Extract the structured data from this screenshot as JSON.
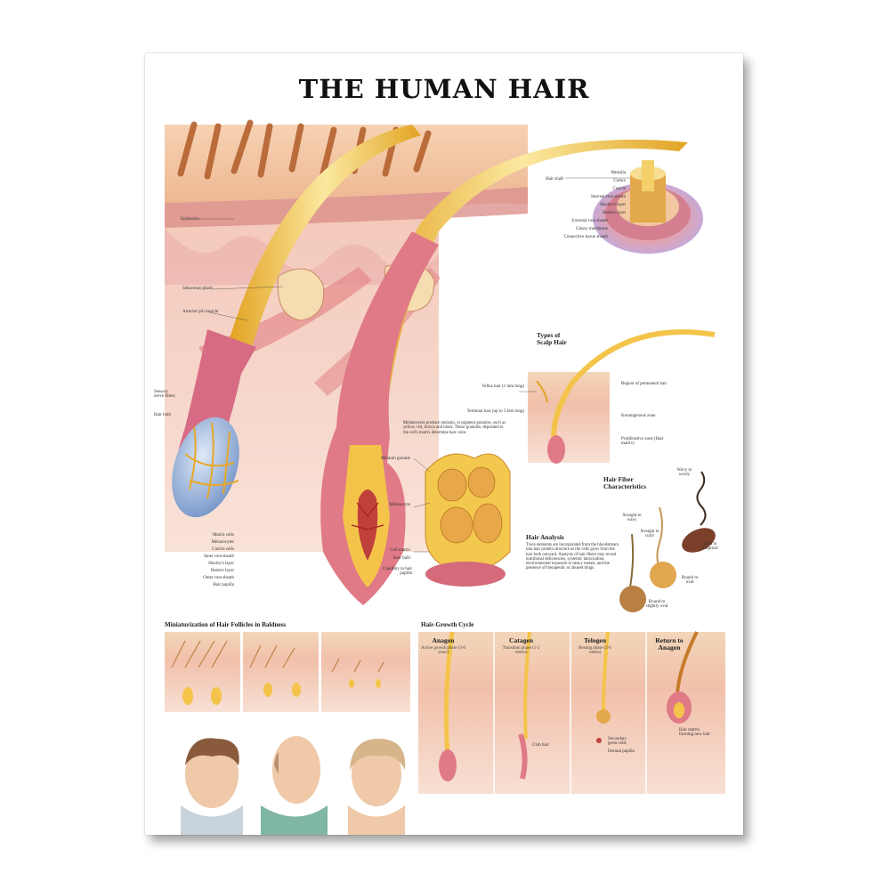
{
  "title": "THE HUMAN HAIR",
  "colors": {
    "skin": "#f3c6a6",
    "dermis": "#efc0b0",
    "hair_shaft": "#f4c44a",
    "follicle_pink": "#e07a86",
    "bulb_blue": "#8fb0dd",
    "nerve": "#e7a82a",
    "muscle": "#e58a8a"
  },
  "cross_section": {
    "labels": [
      "Medulla",
      "Cortex",
      "Cuticle",
      "Internal root sheath",
      "Huxley's layer",
      "Henle's layer",
      "External root sheath",
      "Glassy membrane",
      "Connective tissue sheath"
    ],
    "hair_shaft_label": "Hair shaft"
  },
  "main_labels": {
    "epidermis": "Epidermis",
    "sebaceous_gland": "Sebaceous gland",
    "arrector_pili": "Arrector pili muscle",
    "sensory_nerve": "Sensory nerve fibers",
    "hair_bulb_left": "Hair bulb",
    "bulb_list": [
      "Matrix cells",
      "Melanocytes",
      "Cuticle cells",
      "Inner root sheath",
      "Huxley's layer",
      "Henle's layer",
      "Outer root sheath",
      "Hair papilla"
    ]
  },
  "scalp_hair": {
    "heading": "Types of Scalp Hair",
    "vellus": "Vellus hair (1 mm long)",
    "terminal": "Terminal hair (up to 3 feet long)",
    "permanent": "Region of permanent hair",
    "keratogenous": "Keratogenous zone",
    "proliferative": "Proliferative zone (Hair matrix)"
  },
  "melanin": {
    "paragraph": "Melanocytes produce melanin, or pigment granules, such as yellow, red, brown and black. These granules, deposited in the cell's matrix determine hair color.",
    "melanin_granule": "Melanin granule",
    "melanocyte": "Melanocyte",
    "cell_matrix": "Cell matrix",
    "hair_bulb": "Hair bulb",
    "capillary": "Capillary to hair papilla"
  },
  "hair_analysis": {
    "heading": "Hair Analysis",
    "paragraph": "Trace elements are incorporated from the bloodstream into hair protein structure as the cells grow from the hair bulb outward. Analysis of hair fibers may reveal nutritional deficiencies, systemic intoxication, environmental exposure to heavy metals, and the presence of therapeutic or abused drugs."
  },
  "fiber": {
    "heading": "Hair Fiber Characteristics",
    "straight_wavy": "Straight to wavy",
    "straight_curly": "Straight to curly",
    "wavy_wooly": "Wavy to wooly",
    "oval_elliptical": "Oval to elliptical",
    "round_oval": "Round to oval",
    "round_slightly_oval": "Round to slightly oval"
  },
  "baldness": {
    "heading": "Miniaturization of Hair Follicles in Baldness"
  },
  "cycle": {
    "heading": "Hair-Growth Cycle",
    "phases": [
      {
        "name": "Anagen",
        "sub": "Active growth phase (3-6 years)"
      },
      {
        "name": "Catagen",
        "sub": "Transition phase (1-2 weeks)"
      },
      {
        "name": "Telogen",
        "sub": "Resting phase (3-6 weeks)"
      },
      {
        "name": "Return to Anagen",
        "sub": ""
      }
    ],
    "club_hair": "Club hair",
    "secondary_germ": "Secondary germ cells",
    "dermal_papilla": "Dermal papilla",
    "hair_matrix": "Hair matrix forming new hair"
  }
}
